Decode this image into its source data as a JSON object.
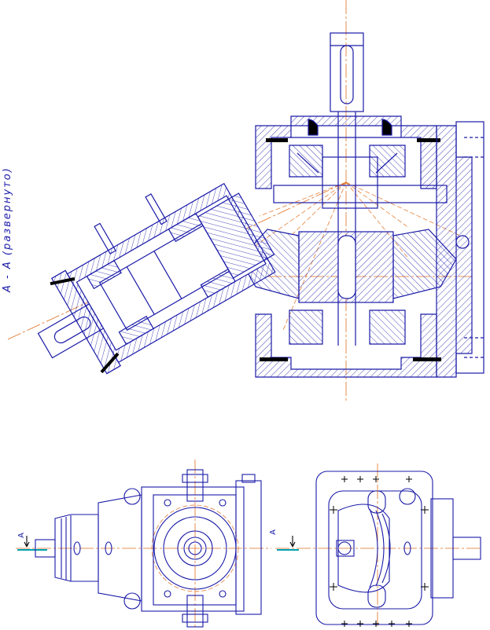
{
  "drawing": {
    "section_title": "А - А  (развернуто)",
    "cut_markers": [
      {
        "label": "А"
      },
      {
        "label": "А"
      }
    ],
    "colors": {
      "outline": "#1a1aa8",
      "centerline": "#e07020",
      "hatch": "#1a1aa8",
      "seal": "#000000",
      "cut_line": "#00a0b0"
    }
  }
}
